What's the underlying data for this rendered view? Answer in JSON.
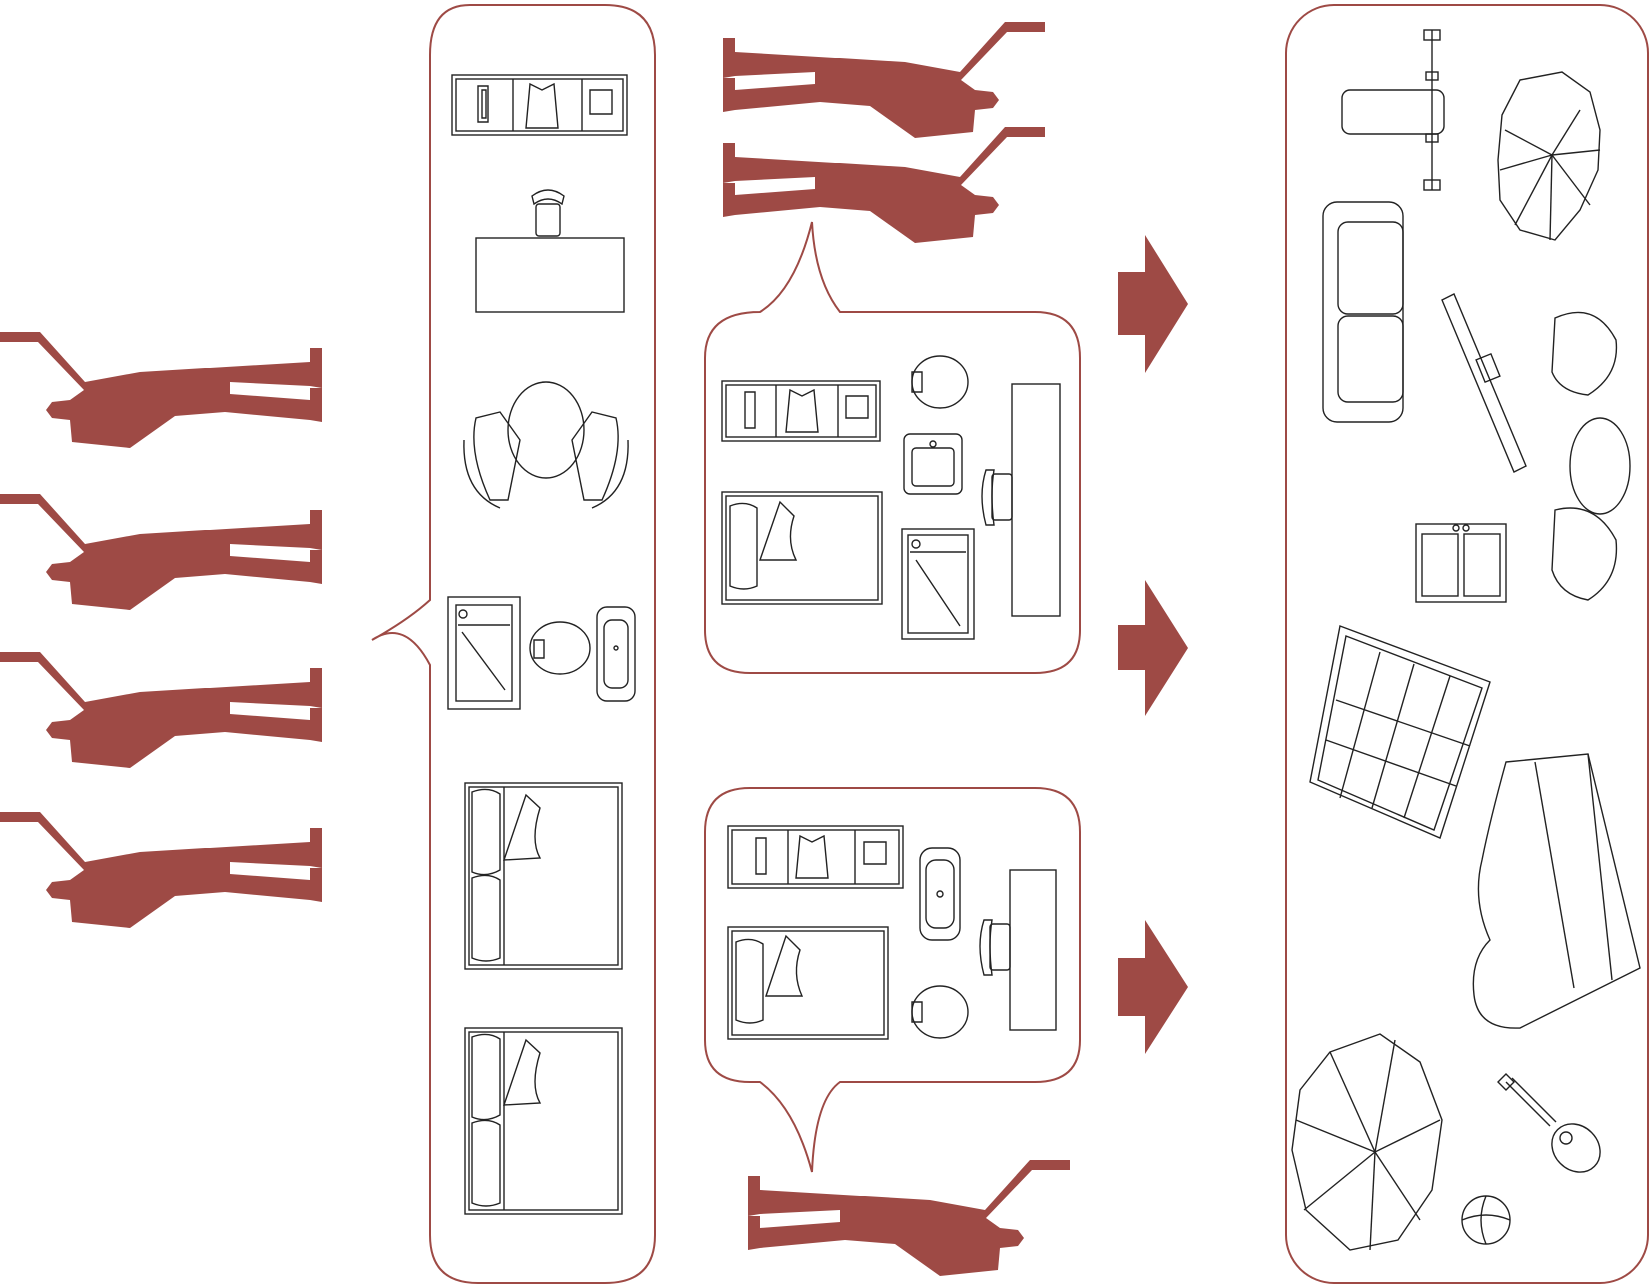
{
  "diagram": {
    "texts": [],
    "colors": {
      "accent": "#9e4a45",
      "line": "#222222",
      "background": "#ffffff"
    },
    "groups": [
      {
        "name": "occupants-group-1",
        "figures": 4
      },
      {
        "name": "shared-furniture-panel",
        "items": [
          "wardrobe-icon",
          "desk-chair-icon",
          "round-table-chairs-icon",
          "shower-toilet-sink-icon",
          "double-bed-icon",
          "double-bed-icon"
        ]
      },
      {
        "name": "occupants-group-2",
        "figures": 2
      },
      {
        "name": "room-layout-a",
        "items": [
          "wardrobe-icon",
          "toilet-icon",
          "sink-icon",
          "bed-icon",
          "desk-chair-icon",
          "shower-icon"
        ]
      },
      {
        "name": "room-layout-b",
        "items": [
          "wardrobe-icon",
          "sink-icon",
          "bed-icon",
          "desk-chair-icon",
          "toilet-icon"
        ]
      },
      {
        "name": "occupant-3",
        "figures": 1
      },
      {
        "name": "arrows",
        "count": 3
      },
      {
        "name": "activity-furniture-panel",
        "items": [
          "bench-press-icon",
          "umbrella-icon",
          "sofa-icon",
          "floor-lamp-icon",
          "round-table-chairs-icon",
          "double-sink-icon",
          "bookshelf-icon",
          "grand-piano-icon",
          "umbrella-icon",
          "guitar-icon",
          "basketball-icon"
        ]
      }
    ]
  }
}
